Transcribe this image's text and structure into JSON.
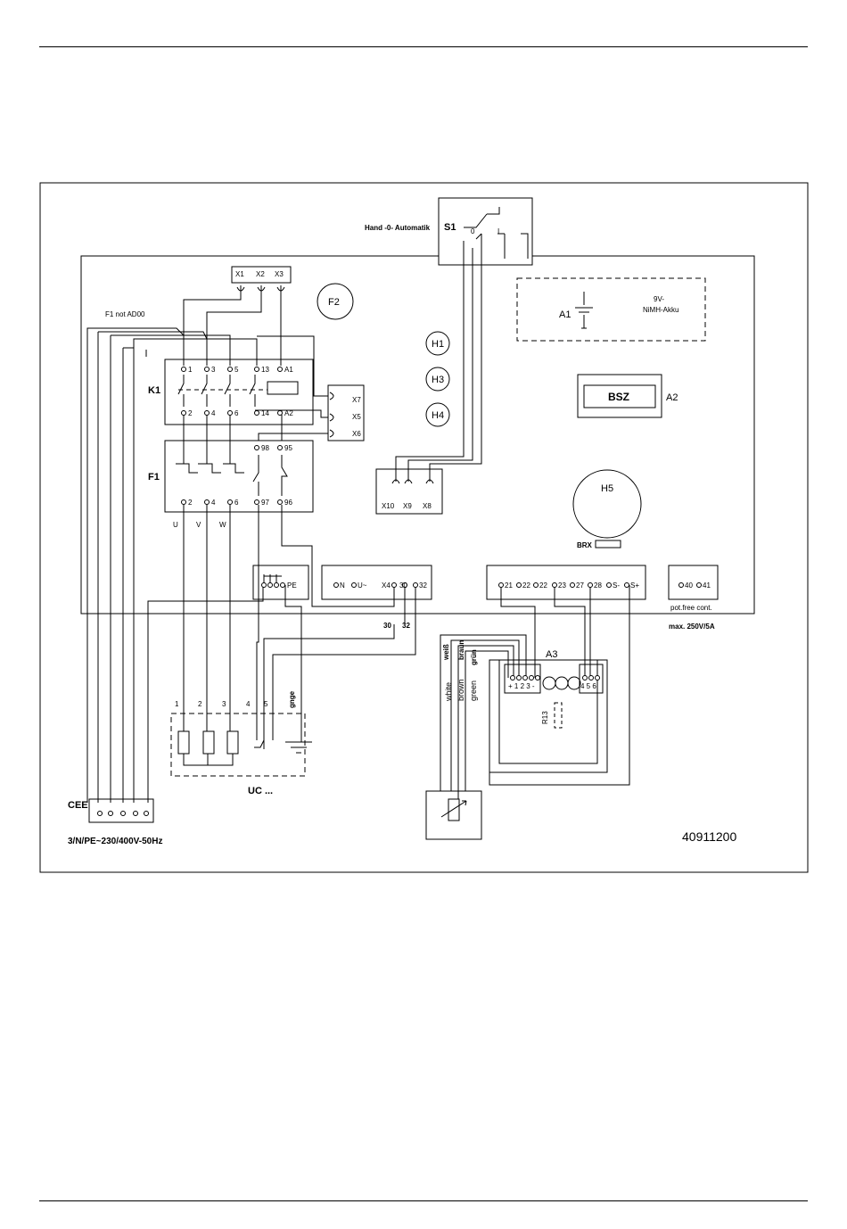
{
  "switch": {
    "label": "Hand -0- Automatik",
    "id": "S1",
    "positions": [
      "0",
      "I"
    ]
  },
  "battery": {
    "id": "A1",
    "voltage": "9V-",
    "type": "NiMH-Akku"
  },
  "display": {
    "id": "A2",
    "label": "BSZ"
  },
  "fuse_f2": "F2",
  "lamps": [
    "H1",
    "H3",
    "H4"
  ],
  "horn": "H5",
  "brx": "BRX",
  "x_top": [
    "X1",
    "X2",
    "X3"
  ],
  "x_side": [
    "X7",
    "X5",
    "X6"
  ],
  "x_bottom": [
    "X10",
    "X9",
    "X8"
  ],
  "f1_note": "F1 not AD00",
  "k1": {
    "id": "K1",
    "top": [
      "1",
      "3",
      "5",
      "13",
      "A1"
    ],
    "bottom": [
      "2",
      "4",
      "6",
      "14",
      "A2"
    ]
  },
  "f1": {
    "id": "F1",
    "top": [
      "98",
      "95"
    ],
    "bottom": [
      "2",
      "4",
      "6",
      "97",
      "96"
    ]
  },
  "phases": [
    "U",
    "V",
    "W"
  ],
  "pe_label": "PE",
  "term_mid": [
    "N",
    "U~",
    "X4",
    "30",
    "32"
  ],
  "term_right": [
    "21",
    "22",
    "22",
    "23",
    "27",
    "28",
    "S-",
    "S+"
  ],
  "term_pot": [
    "40",
    "41"
  ],
  "pot_free": "pot.free cont.",
  "max_rating": "max. 250V/5A",
  "wire_30": "30",
  "wire_32": "32",
  "a3": {
    "id": "A3",
    "left_pins": "+ 1 2 3 -",
    "right_pins": "4 5 6",
    "r13": "R13"
  },
  "wire_colors_de": [
    "weiß",
    "braun",
    "grün"
  ],
  "wire_colors_en": [
    "white",
    "brown",
    "green"
  ],
  "motor": {
    "label": "UC ...",
    "terminals": [
      "1",
      "2",
      "3",
      "4",
      "5"
    ],
    "gnge": "gnge"
  },
  "cee": {
    "label": "CEE",
    "supply": "3/N/PE~230/400V-50Hz"
  },
  "doc_number": "40911200"
}
